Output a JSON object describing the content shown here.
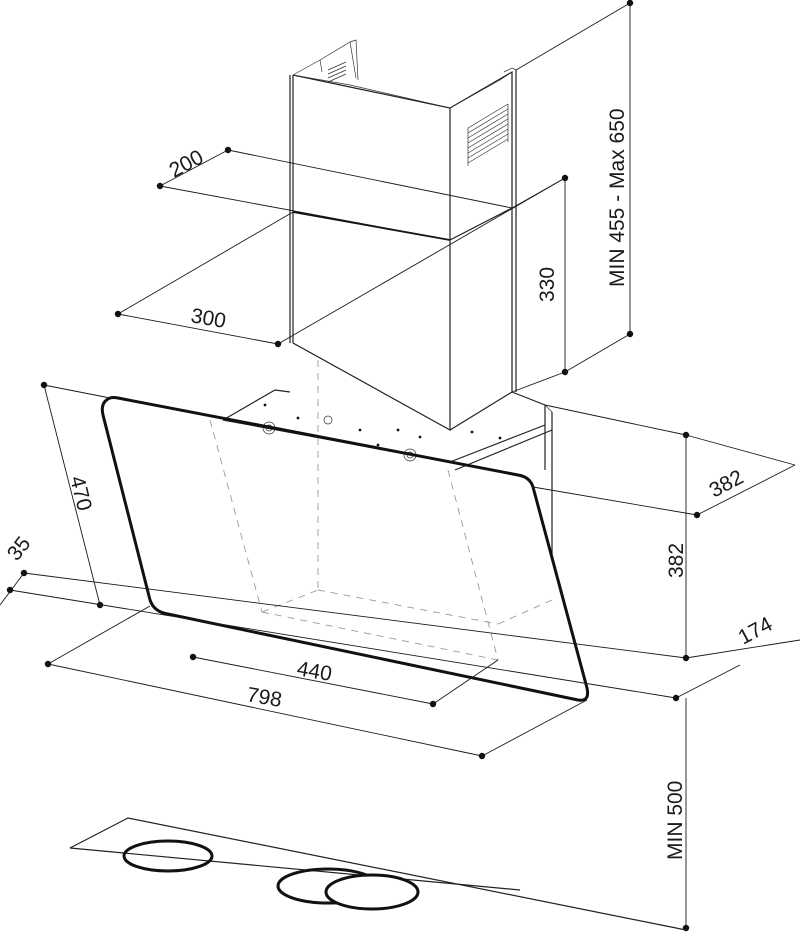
{
  "dimensions": {
    "chimney_depth": "200",
    "chimney_width": "300",
    "chimney_lower_height": "330",
    "chimney_height_range": "MIN 455 - Max 650",
    "hood_depth": "382",
    "hood_height": "382",
    "panel_height": "470",
    "panel_offset": "35",
    "inner_width": "440",
    "total_width": "798",
    "bottom_depth": "174",
    "min_distance_hob": "MIN 500"
  }
}
